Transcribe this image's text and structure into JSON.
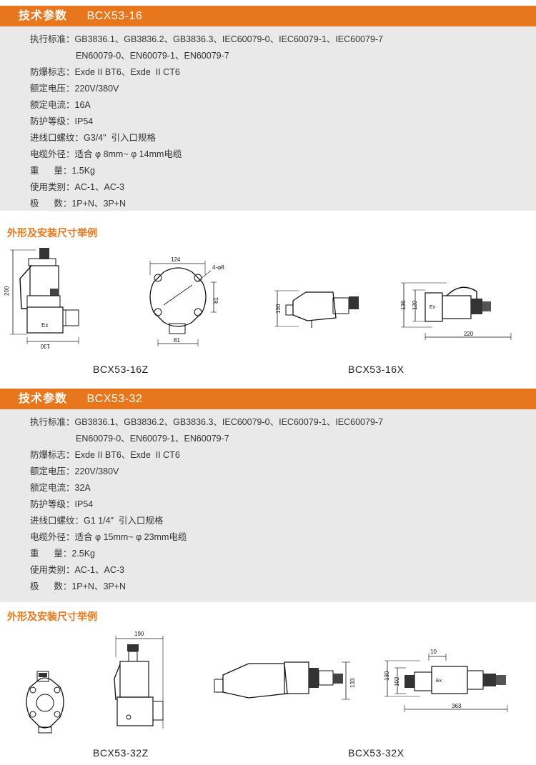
{
  "section1": {
    "header_title": "技术参数",
    "header_model": "BCX53-16",
    "specs": [
      {
        "label": "执行标准：",
        "value": "GB3836.1、GB3836.2、GB3836.3、IEC60079-0、IEC60079-1、IEC60079-7",
        "cont": "EN60079-0、EN60079-1、EN60079-7"
      },
      {
        "label": "防爆标志：",
        "value": "Exde II BT6、Exde  II CT6"
      },
      {
        "label": "额定电压：",
        "value": "220V/380V"
      },
      {
        "label": "额定电流：",
        "value": "16A"
      },
      {
        "label": "防护等级：",
        "value": "IP54"
      },
      {
        "label": "进线口螺纹：",
        "value": "G3/4\"  引入口规格"
      },
      {
        "label": "电缆外径：",
        "value": "适合 φ 8mm~ φ 14mm电缆"
      },
      {
        "label": "重      量：",
        "value": "1.5Kg"
      },
      {
        "label": "使用类别：",
        "value": "AC-1、AC-3"
      },
      {
        "label": "极      数：",
        "value": "1P+N、3P+N"
      }
    ],
    "sub_title": "外形及安装尺寸举例",
    "captions": [
      "BCX53-16Z",
      "BCX53-16X"
    ],
    "dims": {
      "z_height": "200",
      "z_width": "130",
      "z_ex": "Ex",
      "top_width": "124",
      "top_holes": "4-φ8",
      "top_side": "81",
      "top_bottom": "81",
      "x_height": "130",
      "x2_outer": "136",
      "x2_inner": "120",
      "x2_width": "220",
      "x2_ex": "Ex"
    }
  },
  "section2": {
    "header_title": "技术参数",
    "header_model": "BCX53-32",
    "specs": [
      {
        "label": "执行标准：",
        "value": "GB3836.1、GB3836.2、GB3836.3、IEC60079-0、IEC60079-1、IEC60079-7",
        "cont": "EN60079-0、EN60079-1、EN60079-7"
      },
      {
        "label": "防爆标志：",
        "value": "Exde II BT6、Exde  II CT6"
      },
      {
        "label": "额定电压：",
        "value": "220V/380V"
      },
      {
        "label": "额定电流：",
        "value": "32A"
      },
      {
        "label": "防护等级：",
        "value": "IP54"
      },
      {
        "label": "进线口螺纹：",
        "value": "G1 1/4\"  引入口规格"
      },
      {
        "label": "电缆外径：",
        "value": "适合 φ 15mm~ φ 23mm电缆"
      },
      {
        "label": "重      量：",
        "value": "2.5Kg"
      },
      {
        "label": "使用类别：",
        "value": "AC-1、AC-3"
      },
      {
        "label": "极      数：",
        "value": "1P+N、3P+N"
      }
    ],
    "sub_title": "外形及安装尺寸举例",
    "captions": [
      "BCX53-32Z",
      "BCX53-32X"
    ],
    "dims": {
      "z_width": "190",
      "x_height": "133",
      "x2_top": "10",
      "x2_outer": "130",
      "x2_inner": "102",
      "x2_ex": "Ex",
      "x2_width": "363"
    }
  }
}
